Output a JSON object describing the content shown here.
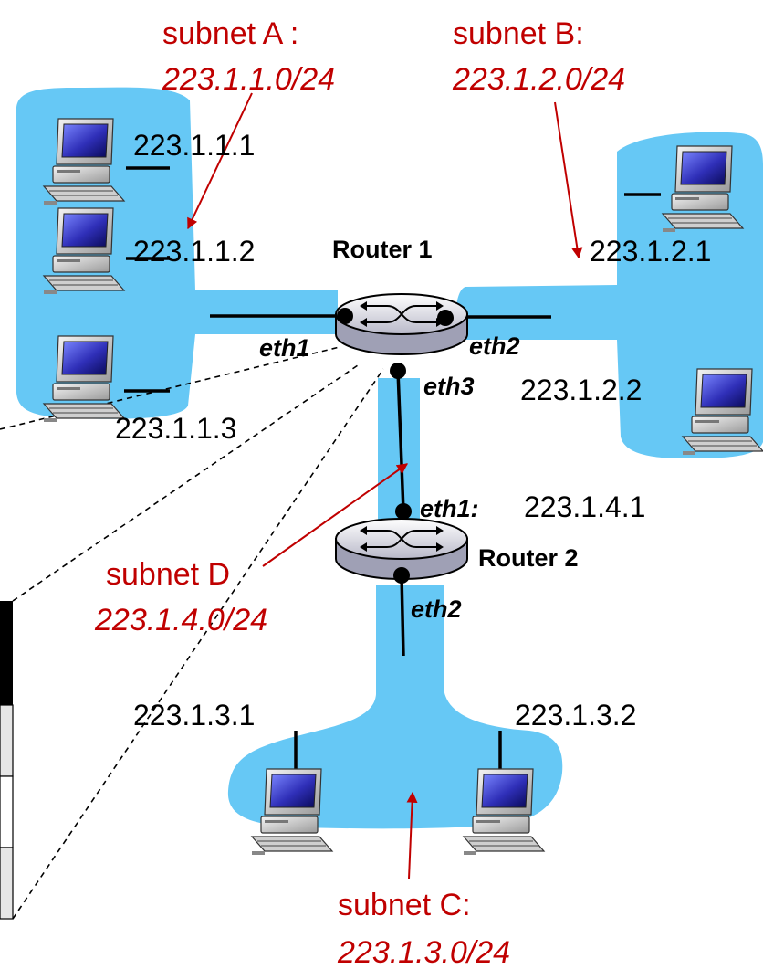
{
  "colors": {
    "subnet_fill": "#66c8f5",
    "annotation_red": "#c00000",
    "table_header": "#000000",
    "table_row_shaded": "#e6e6e6"
  },
  "subnets": {
    "A": {
      "name": "subnet A :",
      "cidr": "223.1.1.0/24"
    },
    "B": {
      "name": "subnet B:",
      "cidr": "223.1.2.0/24"
    },
    "C": {
      "name": "subnet C:",
      "cidr": "223.1.3.0/24"
    },
    "D": {
      "name": "subnet D",
      "cidr": "223.1.4.0/24"
    }
  },
  "hosts": {
    "h1": "223.1.1.1",
    "h2": "223.1.1.2",
    "h3": "223.1.1.3",
    "h4": "223.1.2.1",
    "h5": "223.1.2.2",
    "h6": "223.1.3.1",
    "h7": "223.1.3.2"
  },
  "routers": {
    "r1": {
      "name": "Router 1",
      "ports": [
        "eth1",
        "eth2",
        "eth3"
      ]
    },
    "r2": {
      "name": "Router 2",
      "ports": [
        "eth1:",
        "eth2"
      ],
      "eth1_ip": "223.1.4.1"
    }
  },
  "icons": {
    "host": "desktop-computer-icon",
    "router": "router-icon"
  }
}
